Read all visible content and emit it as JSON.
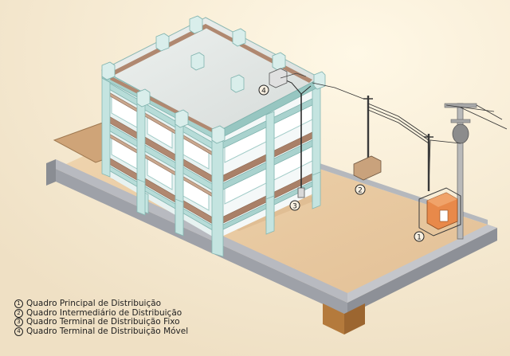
{
  "markers": {
    "m1": "1",
    "m2": "2",
    "m3": "3",
    "m4": "4"
  },
  "legend": [
    {
      "number": "1",
      "text": "Quadro Principal de Distribuição"
    },
    {
      "number": "2",
      "text": "Quadro Intermediário de Distribuição"
    },
    {
      "number": "3",
      "text": "Quadro Terminal de Distribuição Fixo"
    },
    {
      "number": "4",
      "text": "Quadro Terminal de Distribuição Móvel"
    }
  ],
  "colors": {
    "background": "#f4ead7",
    "ground": "#e8c8a0",
    "wall": "#a8aab0",
    "structure": "#bfe0dc",
    "beam_band": "#b08870",
    "transformer_box": "#e8894a"
  }
}
